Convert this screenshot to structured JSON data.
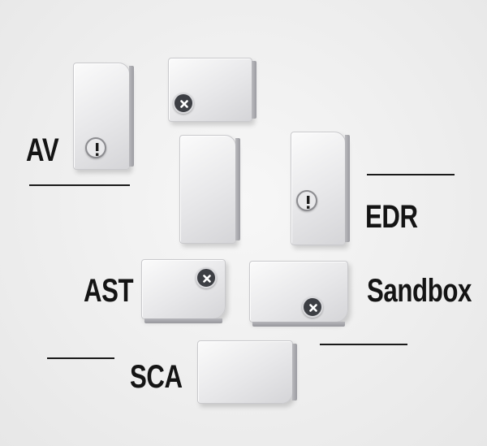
{
  "labels": {
    "av": "AV",
    "edr": "EDR",
    "ast": "AST",
    "sandbox": "Sandbox",
    "sca": "SCA"
  },
  "icons": {
    "x": "close-icon",
    "alert": "exclamation-icon"
  },
  "colors": {
    "text": "#141414",
    "background": "#efefef",
    "card": "#e7e7e9",
    "x_badge": "#3d3f44"
  }
}
